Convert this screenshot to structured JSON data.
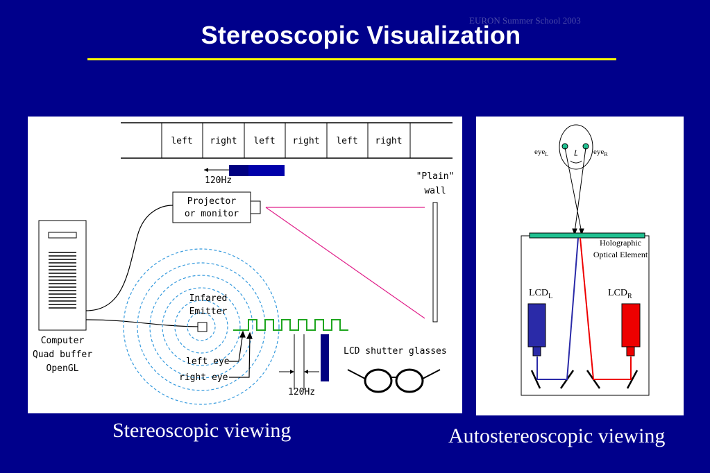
{
  "header": {
    "note": "EURON Summer School 2003",
    "title": "Stereoscopic Visualization"
  },
  "stereo": {
    "frames": [
      "left",
      "right",
      "left",
      "right",
      "left",
      "right"
    ],
    "frequency_top": "120Hz",
    "projector_label": [
      "Projector",
      "or monitor"
    ],
    "wall_label": [
      "\"Plain\"",
      "wall"
    ],
    "computer_label": [
      "Computer",
      "Quad buffer",
      "OpenGL"
    ],
    "emitter_label": [
      "Infared",
      "Emitter"
    ],
    "left_eye": "left eye",
    "right_eye": "right eye",
    "frequency_bottom": "120Hz",
    "glasses_label": "LCD shutter glasses",
    "caption": "Stereoscopic viewing"
  },
  "auto": {
    "eye_left": "eye",
    "eye_left_sub": "L",
    "eye_right": "eye",
    "eye_right_sub": "R",
    "hoe_label": [
      "Holographic",
      "Optical Element"
    ],
    "lcd_left": "LCD",
    "lcd_left_sub": "L",
    "lcd_right": "LCD",
    "lcd_right_sub": "R",
    "caption": "Autostereoscopic viewing"
  },
  "colors": {
    "background": "#00008b",
    "title_rule": "#ffff00",
    "wave": "#1ea51e",
    "emitter_rings": "#3399dd",
    "projection_beam": "#e0208a",
    "hoe": "#20c090",
    "lcd_left": "#2a2aa8",
    "lcd_right": "#ee0000"
  }
}
